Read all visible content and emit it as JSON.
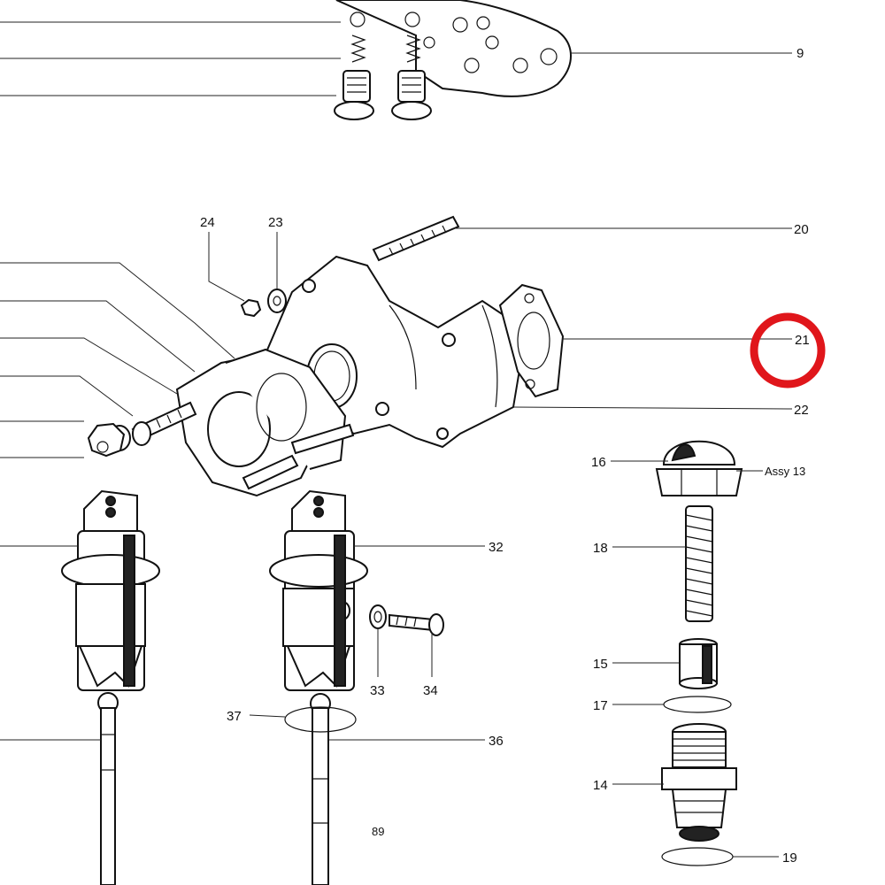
{
  "diagram": {
    "page_number": "89",
    "highlight_color": "#e0161b",
    "highlighted_label": "21",
    "callouts": {
      "c9": "9",
      "c13": "Assy 13",
      "c14": "14",
      "c15": "15",
      "c16": "16",
      "c17": "17",
      "c18": "18",
      "c19": "19",
      "c20": "20",
      "c21": "21",
      "c22": "22",
      "c23": "23",
      "c24": "24",
      "c32": "32",
      "c33": "33",
      "c34": "34",
      "c36": "36",
      "c37": "37"
    }
  }
}
